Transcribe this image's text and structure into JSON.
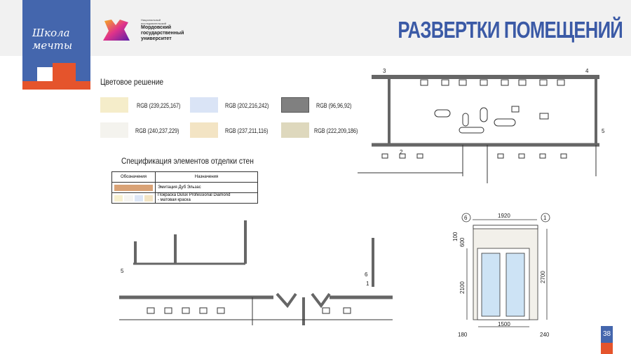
{
  "header": {
    "brand_line1": "Школа",
    "brand_line2": "мечты",
    "uni_line1": "Национальный",
    "uni_line2": "исследовательский",
    "uni_line3": "Мордовский",
    "uni_line4": "государственный",
    "uni_line5": "университет",
    "title": "РАЗВЕРТКИ ПОМЕЩЕНИЙ"
  },
  "colors": {
    "heading": "Цветовое решение",
    "swatches": [
      {
        "label": "RGB (239,225,167)",
        "hex": "#efe1a7"
      },
      {
        "label": "RGB (202,216,242)",
        "hex": "#cad8f2"
      },
      {
        "label": "RGB (96,96,92)",
        "hex": "#60605c"
      },
      {
        "label": "RGB (240,237,229)",
        "hex": "#f0ede5"
      },
      {
        "label": "RGB (237,211,116)",
        "hex": "#edd374"
      },
      {
        "label": "RGB (222,209,186)",
        "hex": "#ded1ba"
      }
    ]
  },
  "spec": {
    "heading": "Спецификация элементов отделки стен",
    "col1": "Обозначения",
    "col2": "Назначения",
    "row1": "Эмитация Дуб Эльзас",
    "row2_line1": "Покраска Dulux Professional Diamond",
    "row2_line2": "- матовая краска"
  },
  "plan_top": {
    "marks": [
      "3",
      "4",
      "2",
      "5"
    ]
  },
  "plan_bottom": {
    "marks": [
      "5",
      "6",
      "1"
    ]
  },
  "door": {
    "axis_left": "6",
    "axis_right": "1",
    "width_top": "1920",
    "h1": "100",
    "h2": "600",
    "h3": "2100",
    "h_total": "2700",
    "width_bottom": "1500",
    "left_off": "180",
    "right_off": "240"
  },
  "page_number": "38"
}
